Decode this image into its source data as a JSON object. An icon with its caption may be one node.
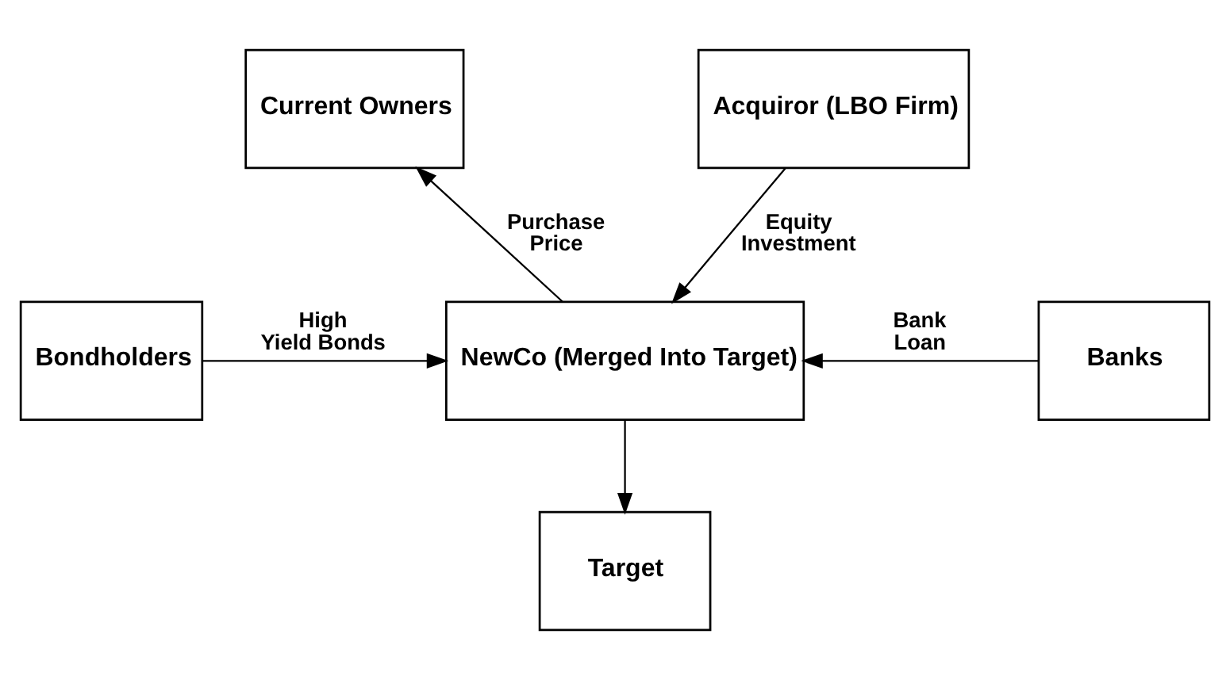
{
  "diagram": {
    "nodes": [
      {
        "text": [
          "Current Owners"
        ]
      },
      {
        "text": [
          "Acquiror (LBO Firm)"
        ]
      },
      {
        "text": [
          "Bondholders"
        ]
      },
      {
        "text": [
          "NewCo (Merged Into Target)"
        ]
      },
      {
        "text": [
          "Banks"
        ]
      },
      {
        "text": [
          "Target"
        ]
      }
    ],
    "edges": [
      {
        "from": 3,
        "to": 0,
        "arrow": "to",
        "label": "Purchase Price"
      },
      {
        "from": 1,
        "to": 3,
        "arrow": "to",
        "label": "Equity Investment"
      },
      {
        "from": 2,
        "to": 3,
        "arrow": "to",
        "label": "High Yield Bonds"
      },
      {
        "from": 4,
        "to": 3,
        "arrow": "to",
        "label": "Bank Loan"
      },
      {
        "from": 3,
        "to": 5,
        "arrow": "to"
      }
    ]
  }
}
